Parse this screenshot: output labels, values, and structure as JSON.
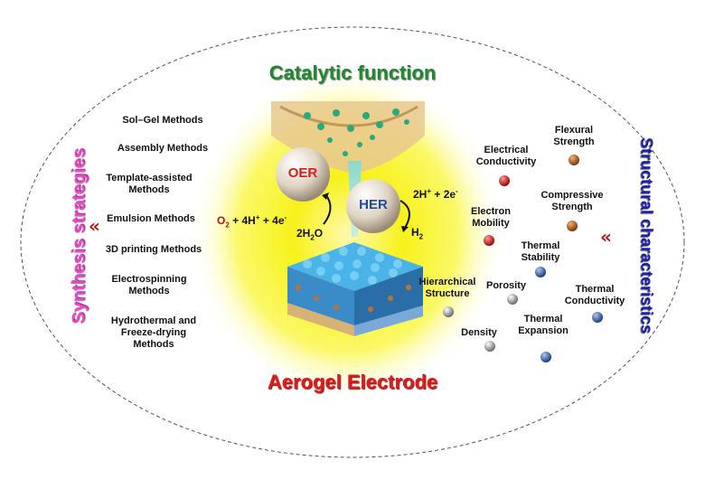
{
  "title_top": "Catalytic function",
  "title_bottom": "Aerogel Electrode",
  "left_side_label": "Synthesis strategies",
  "right_side_label": "Structural characteristics",
  "chevron_left": "«",
  "chevron_right": "«",
  "methods": [
    "Sol–Gel Methods",
    "Assembly Methods",
    "Template-assisted\nMethods",
    "Emulsion Methods",
    "3D printing Methods",
    "Electrospinning\nMethods",
    "Hydrothermal and\nFreeze-drying\nMethods"
  ],
  "oer": {
    "label": "OER",
    "eq_o2": "O",
    "eq_o2_sub": "2",
    "eq_rest": " + 4H",
    "eq_rest_sup": "+",
    "eq_rest2": " + 4e",
    "eq_rest2_sup": "-",
    "water": "2H",
    "water_sub": "2",
    "water_end": "O"
  },
  "her": {
    "label": "HER",
    "eq_a": "2H",
    "eq_a_sup": "+",
    "eq_b": " + 2e",
    "eq_b_sup": "-",
    "product": "H",
    "product_sub": "2"
  },
  "properties": {
    "electrical_conductivity": "Electrical\nConductivity",
    "flexural_strength": "Flexural\nStrength",
    "electron_mobility": "Electron\nMobility",
    "compressive_strength": "Compressive\nStrength",
    "thermal_stability": "Thermal\nStability",
    "hierarchical_structure": "Hierarchical\nStructure",
    "porosity": "Porosity",
    "thermal_conductivity": "Thermal\nConductivity",
    "density": "Density",
    "thermal_expansion": "Thermal\nExpansion"
  },
  "colors": {
    "green_title": "#1f8a2c",
    "red_title": "#e11b1b",
    "pink_label": "#e64ec8",
    "blue_label": "#1c1cb0",
    "glow_yellow": "#f6f200"
  }
}
